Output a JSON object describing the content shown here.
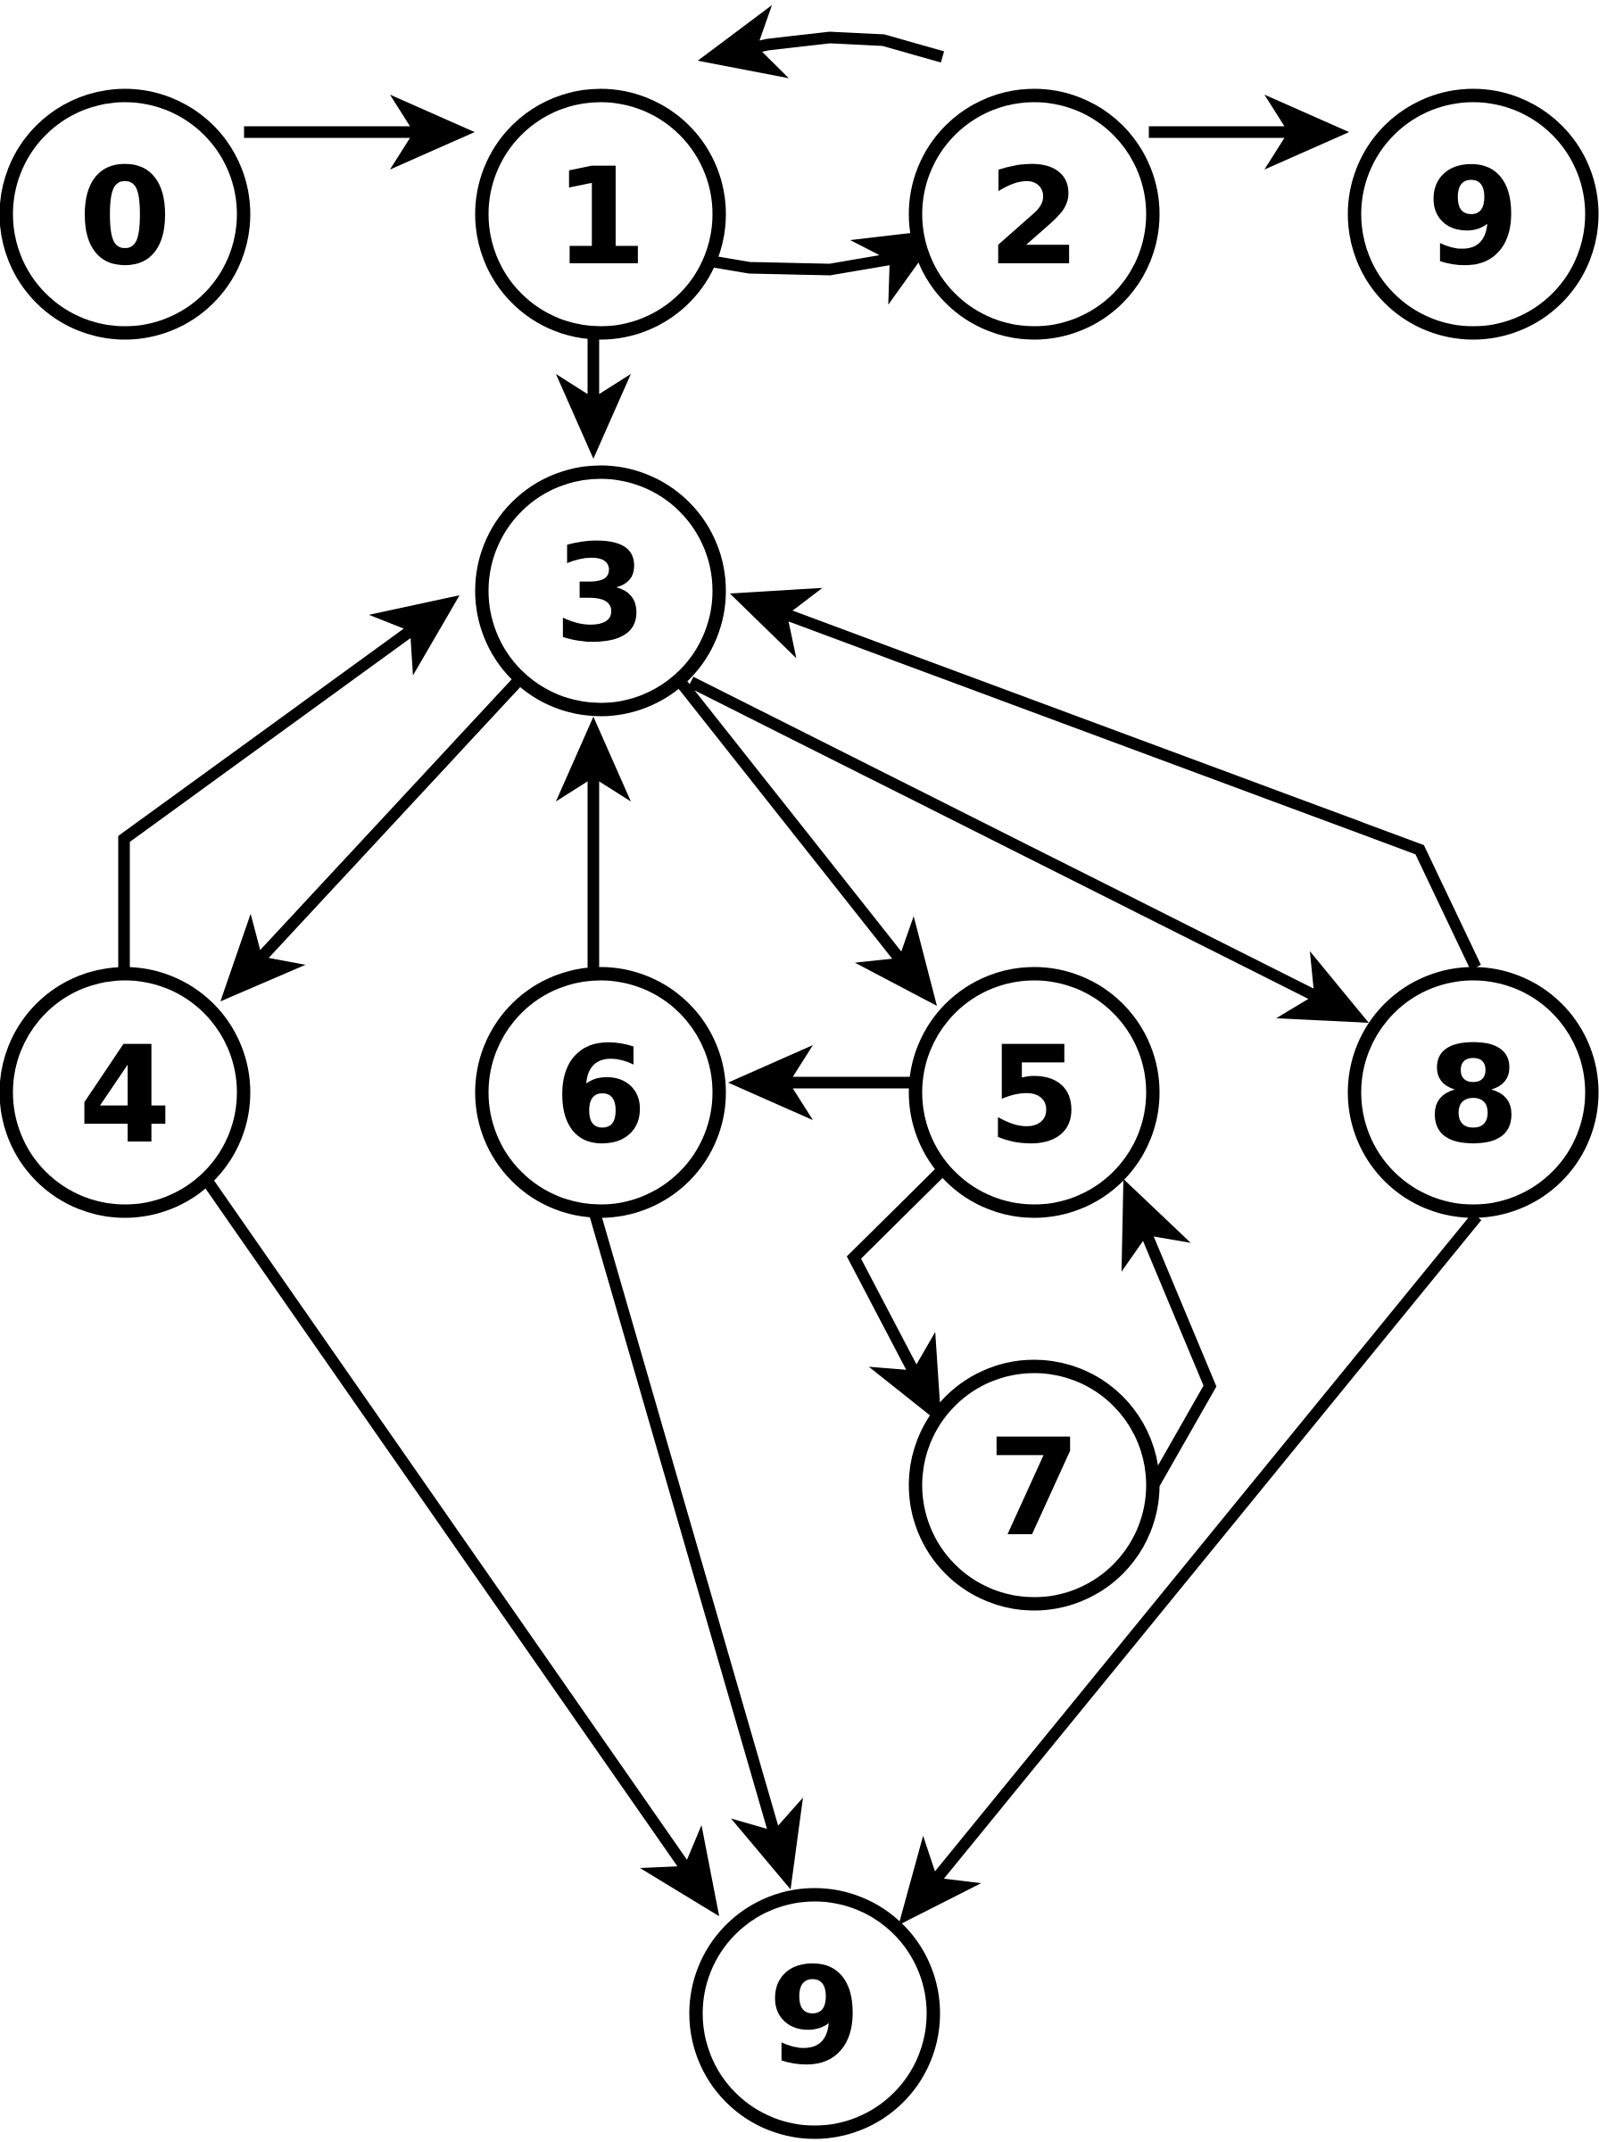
{
  "colors": {
    "stroke": "#000000",
    "node_fill": "#ffffff",
    "text": "#000000",
    "background": "#ffffff"
  },
  "nodes": [
    {
      "id": "n0",
      "label": "0"
    },
    {
      "id": "n1",
      "label": "1"
    },
    {
      "id": "n2",
      "label": "2"
    },
    {
      "id": "n9a",
      "label": "9"
    },
    {
      "id": "n3",
      "label": "3"
    },
    {
      "id": "n4",
      "label": "4"
    },
    {
      "id": "n6",
      "label": "6"
    },
    {
      "id": "n5",
      "label": "5"
    },
    {
      "id": "n8",
      "label": "8"
    },
    {
      "id": "n7",
      "label": "7"
    },
    {
      "id": "n9b",
      "label": "9"
    }
  ],
  "edges": [
    {
      "from": "0",
      "to": "1"
    },
    {
      "from": "1",
      "to": "2"
    },
    {
      "from": "2",
      "to": "1"
    },
    {
      "from": "2",
      "to": "9"
    },
    {
      "from": "1",
      "to": "3"
    },
    {
      "from": "4",
      "to": "3"
    },
    {
      "from": "3",
      "to": "4"
    },
    {
      "from": "6",
      "to": "3"
    },
    {
      "from": "3",
      "to": "5"
    },
    {
      "from": "3",
      "to": "8"
    },
    {
      "from": "8",
      "to": "3"
    },
    {
      "from": "5",
      "to": "6"
    },
    {
      "from": "5",
      "to": "7"
    },
    {
      "from": "7",
      "to": "5"
    },
    {
      "from": "4",
      "to": "9"
    },
    {
      "from": "6",
      "to": "9"
    },
    {
      "from": "8",
      "to": "9"
    }
  ]
}
